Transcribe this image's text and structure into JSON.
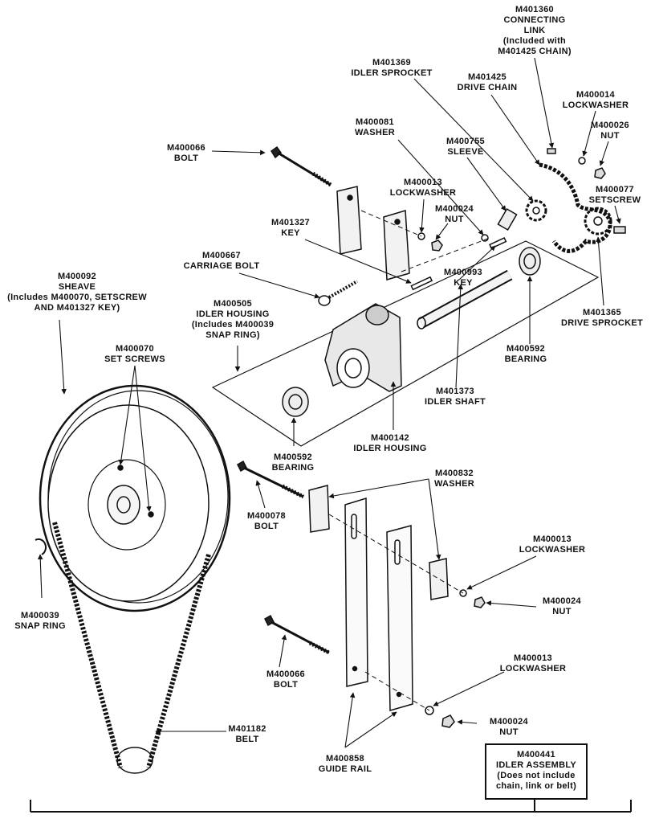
{
  "labels": {
    "connecting_link": {
      "part": "M401360",
      "name": [
        "CONNECTING",
        "LINK"
      ],
      "note": [
        "(Included with",
        "M401425 CHAIN)"
      ]
    },
    "idler_sprocket": {
      "part": "M401369",
      "name": [
        "IDLER SPROCKET"
      ]
    },
    "drive_chain": {
      "part": "M401425",
      "name": [
        "DRIVE CHAIN"
      ]
    },
    "lockwasher_top": {
      "part": "M400014",
      "name": [
        "LOCKWASHER"
      ]
    },
    "nut_top_right": {
      "part": "M400026",
      "name": [
        "NUT"
      ]
    },
    "washer_081": {
      "part": "M400081",
      "name": [
        "WASHER"
      ]
    },
    "sleeve": {
      "part": "M400755",
      "name": [
        "SLEEVE"
      ]
    },
    "bolt_066_top": {
      "part": "M400066",
      "name": [
        "BOLT"
      ]
    },
    "lockwasher_013_top": {
      "part": "M400013",
      "name": [
        "LOCKWASHER"
      ]
    },
    "setscrew_077": {
      "part": "M400077",
      "name": [
        "SETSCREW"
      ]
    },
    "nut_024_top": {
      "part": "M400024",
      "name": [
        "NUT"
      ]
    },
    "key_327": {
      "part": "M401327",
      "name": [
        "KEY"
      ]
    },
    "carriage_bolt": {
      "part": "M400667",
      "name": [
        "CARRIAGE BOLT"
      ]
    },
    "key_993": {
      "part": "M400993",
      "name": [
        "KEY"
      ]
    },
    "sheave": {
      "part": "M400092",
      "name": [
        "SHEAVE"
      ],
      "note": [
        "(Includes M400070, SETSCREW",
        "AND M401327 KEY)"
      ]
    },
    "idler_housing_505": {
      "part": "M400505",
      "name": [
        "IDLER HOUSING"
      ],
      "note": [
        "(Includes M400039",
        "SNAP RING)"
      ]
    },
    "drive_sprocket": {
      "part": "M401365",
      "name": [
        "DRIVE SPROCKET"
      ]
    },
    "bearing_right": {
      "part": "M400592",
      "name": [
        "BEARING"
      ]
    },
    "set_screws": {
      "part": "M400070",
      "name": [
        "SET SCREWS"
      ]
    },
    "idler_shaft": {
      "part": "M401373",
      "name": [
        "IDLER SHAFT"
      ]
    },
    "idler_housing_142": {
      "part": "M400142",
      "name": [
        "IDLER HOUSING"
      ]
    },
    "bearing_left": {
      "part": "M400592",
      "name": [
        "BEARING"
      ]
    },
    "washer_832": {
      "part": "M400832",
      "name": [
        "WASHER"
      ]
    },
    "bolt_078": {
      "part": "M400078",
      "name": [
        "BOLT"
      ]
    },
    "lockwasher_013_mid": {
      "part": "M400013",
      "name": [
        "LOCKWASHER"
      ]
    },
    "snap_ring": {
      "part": "M400039",
      "name": [
        "SNAP RING"
      ]
    },
    "nut_024_mid": {
      "part": "M400024",
      "name": [
        "NUT"
      ]
    },
    "bolt_066_bottom": {
      "part": "M400066",
      "name": [
        "BOLT"
      ]
    },
    "lockwasher_013_bottom": {
      "part": "M400013",
      "name": [
        "LOCKWASHER"
      ]
    },
    "belt": {
      "part": "M401182",
      "name": [
        "BELT"
      ]
    },
    "nut_024_bottom": {
      "part": "M400024",
      "name": [
        "NUT"
      ]
    },
    "guide_rail": {
      "part": "M400858",
      "name": [
        "GUIDE RAIL"
      ]
    }
  },
  "assembly_box": {
    "part": "M400441",
    "name": "IDLER ASSEMBLY",
    "note": [
      "(Does not include",
      "chain, link or belt)"
    ]
  }
}
